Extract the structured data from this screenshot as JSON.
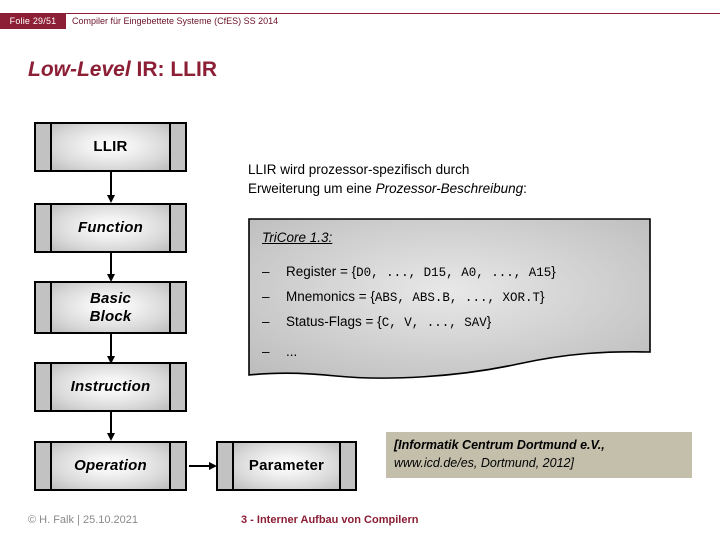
{
  "header": {
    "slide_badge": "Folie 29/51",
    "course": "Compiler für Eingebettete Systeme (CfES) SS 2014",
    "accent_color": "#8c1e35"
  },
  "title": {
    "italic_part": "Low-Level",
    "rest": " IR: LLIR"
  },
  "flow": {
    "boxes": [
      {
        "label": "LLIR",
        "italic": false
      },
      {
        "label": "Function",
        "italic": true
      },
      {
        "label_line1": "Basic",
        "label_line2": "Block",
        "italic": true
      },
      {
        "label": "Instruction",
        "italic": true
      },
      {
        "label": "Operation",
        "italic": true
      }
    ],
    "side_box": {
      "label": "Parameter",
      "italic": false
    }
  },
  "intro": {
    "line1": "LLIR wird prozessor-spezifisch durch",
    "line2_pre": "Erweiterung um eine ",
    "line2_italic": "Prozessor-Beschreibung",
    "line2_post": ":"
  },
  "callout": {
    "heading": "TriCore 1.3:",
    "items": [
      {
        "dash": "–",
        "label": "Register = {",
        "mono": "D0, ..., D15, A0, ..., A15",
        "close": "}"
      },
      {
        "dash": "–",
        "label": "Mnemonics = {",
        "mono": "ABS, ABS.B, ..., XOR.T",
        "close": "}"
      },
      {
        "dash": "–",
        "label": "Status-Flags = {",
        "mono": "C, V, ..., SAV",
        "close": "}"
      },
      {
        "dash": "–",
        "label": "...",
        "mono": "",
        "close": ""
      }
    ],
    "fill_color": "#c5c5c5"
  },
  "citation": {
    "line1": "[Informatik Centrum Dortmund e.V.,",
    "line2": "www.icd.de/es, Dortmund, 2012]",
    "background_color": "#c3bfab"
  },
  "footer": {
    "copyright": "© H. Falk | 25.10.2021",
    "chapter": "3 - Interner Aufbau von Compilern"
  }
}
